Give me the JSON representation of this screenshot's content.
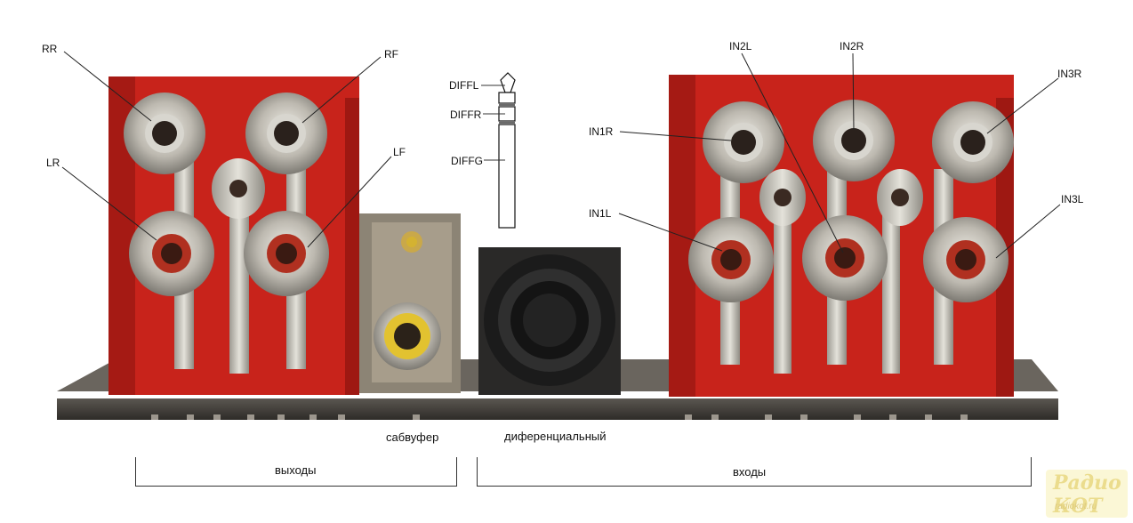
{
  "labels": {
    "rr": "RR",
    "rf": "RF",
    "lr": "LR",
    "lf": "LF",
    "diffl": "DIFFL",
    "diffr": "DIFFR",
    "diffg": "DIFFG",
    "in1r": "IN1R",
    "in1l": "IN1L",
    "in2l": "IN2L",
    "in2r": "IN2R",
    "in3r": "IN3R",
    "in3l": "IN3L"
  },
  "captions": {
    "subwoofer": "сабвуфер",
    "differential": "диференциальный"
  },
  "groups": {
    "outputs": "выходы",
    "inputs": "входы"
  },
  "watermark": {
    "title": "Радио КОТ",
    "url": "radiokot.ru"
  },
  "colors": {
    "housing_red": "#c8231b",
    "metal": "#b9b6ad",
    "base_plate": "#4a4641"
  }
}
